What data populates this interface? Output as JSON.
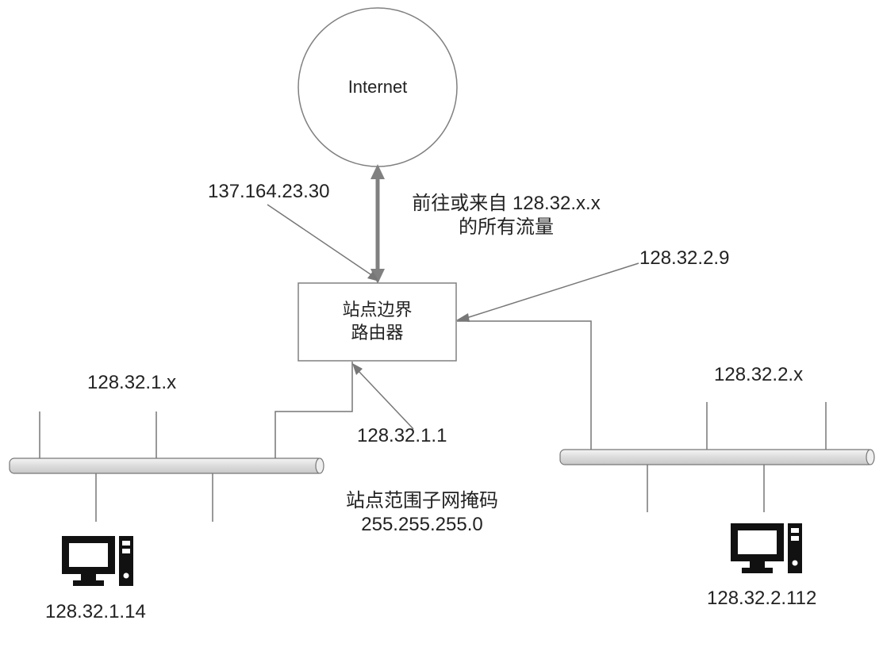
{
  "internet": {
    "label": "Internet"
  },
  "router": {
    "line1": "站点边界",
    "line2": "路由器"
  },
  "wan_ip": "137.164.23.30",
  "traffic_note": {
    "line1": "前往或来自 128.32.x.x",
    "line2": "的所有流量"
  },
  "lan1": {
    "subnet": "128.32.1.x",
    "gateway": "128.32.1.1",
    "host": "128.32.1.14"
  },
  "lan2": {
    "subnet": "128.32.2.x",
    "gateway": "128.32.2.9",
    "host": "128.32.2.112"
  },
  "netmask": {
    "line1": "站点范围子网掩码",
    "line2": "255.255.255.0"
  },
  "colors": {
    "line": "#777777",
    "thick_arrow": "#808080",
    "bus_fill": "#e0e0e0",
    "computer": "#111111"
  }
}
